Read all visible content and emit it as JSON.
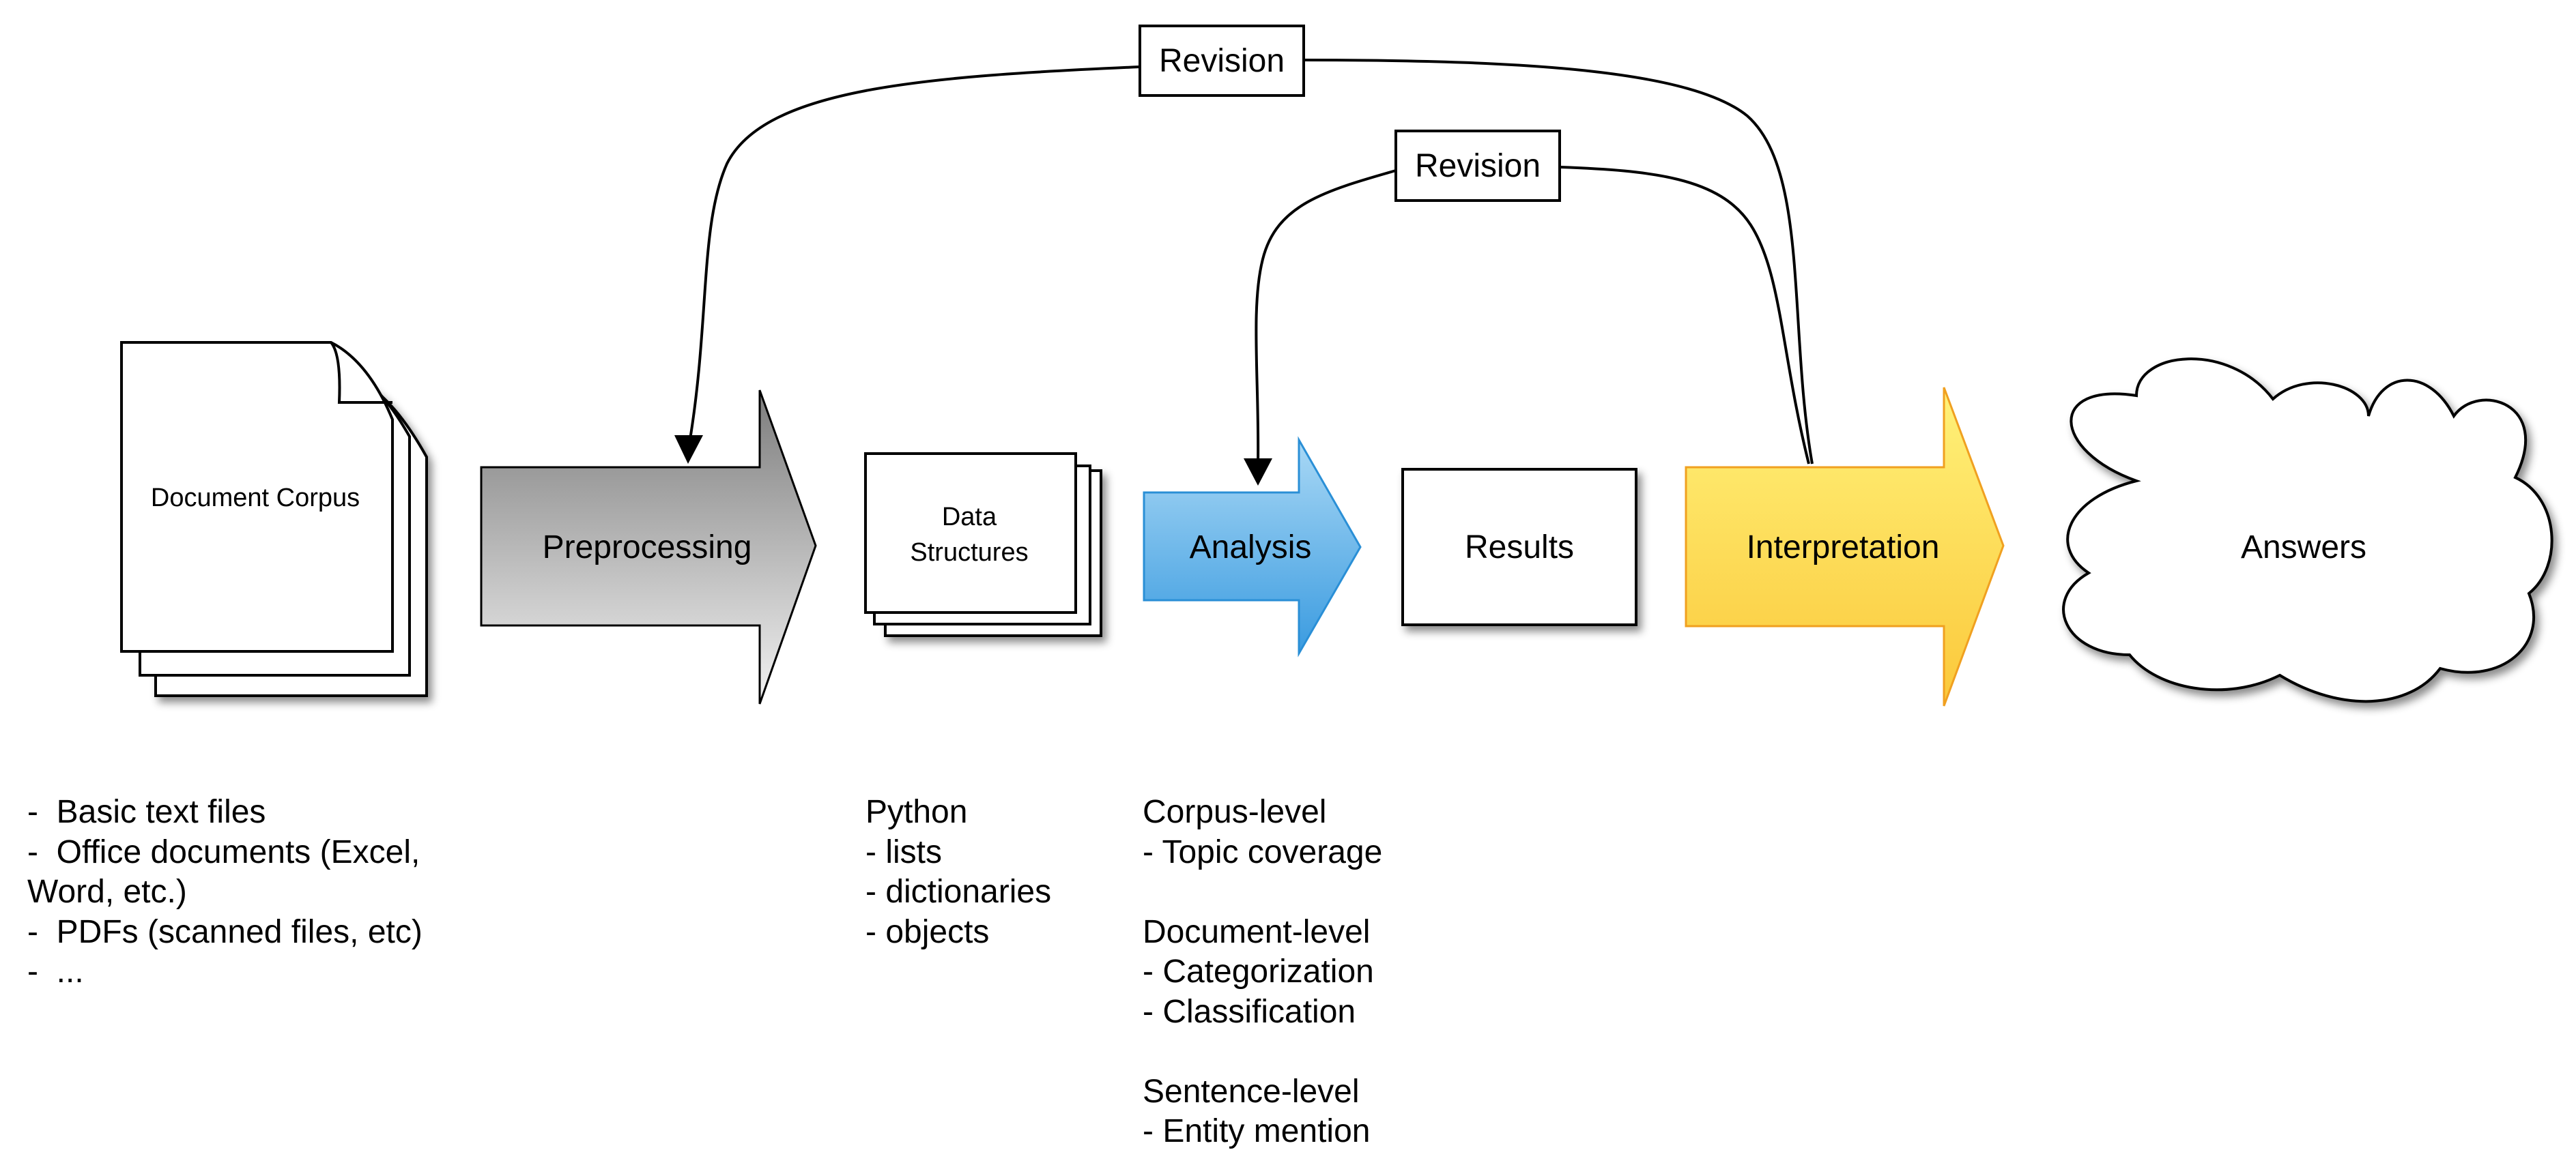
{
  "revisions": {
    "outer": {
      "label": "Revision"
    },
    "inner": {
      "label": "Revision"
    }
  },
  "steps": {
    "document_corpus": {
      "label": "Document Corpus"
    },
    "preprocessing": {
      "label": "Preprocessing"
    },
    "data_structures": {
      "label_line1": "Data",
      "label_line2": "Structures"
    },
    "analysis": {
      "label": "Analysis"
    },
    "results": {
      "label": "Results"
    },
    "interpretation": {
      "label": "Interpretation"
    },
    "answers": {
      "label": "Answers"
    }
  },
  "notes": {
    "corpus_sources": [
      "-  Basic text files",
      "-  Office documents (Excel,",
      "Word, etc.)",
      "-  PDFs (scanned files, etc)",
      "-  ..."
    ],
    "data_structures": [
      "Python",
      "- lists",
      "- dictionaries",
      "- objects"
    ],
    "analysis_levels": [
      "Corpus-level",
      "- Topic coverage",
      "",
      "Document-level",
      "- Categorization",
      "- Classification",
      "",
      "Sentence-level",
      "- Entity mention"
    ]
  },
  "colors": {
    "preprocessing_gradient": [
      "#7d7d7d",
      "#f2f2f2"
    ],
    "analysis_gradient": [
      "#a9d8f5",
      "#3a9be0"
    ],
    "analysis_stroke": "#2a8fd6",
    "interpretation_gradient": [
      "#fff27a",
      "#fbc83a"
    ],
    "interpretation_stroke": "#f0a020"
  }
}
